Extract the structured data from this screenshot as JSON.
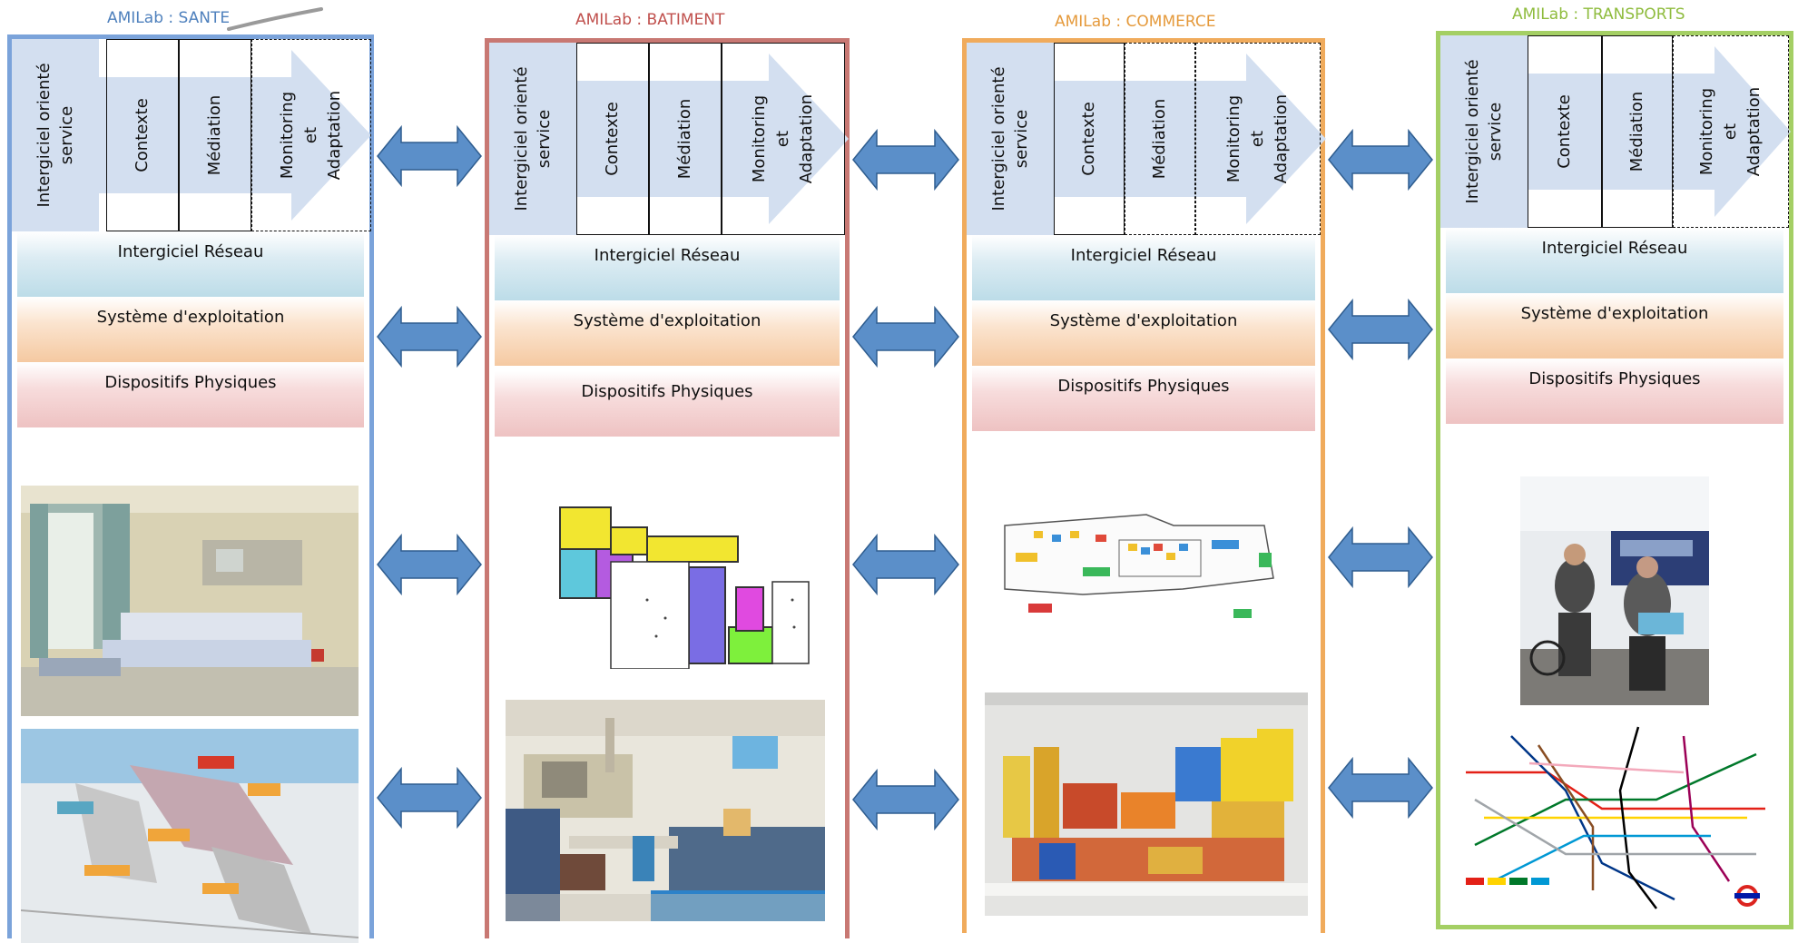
{
  "diagram": {
    "labs": [
      {
        "id": "sante",
        "title": "AMILab : SANTE",
        "title_color": "#4f81bd",
        "border_color": "#7ba3da",
        "middleware_label": "Intergiciel orienté\nservice",
        "columns": [
          "Contexte",
          "Médiation",
          "Monitoring\net\nAdaptation"
        ],
        "layers": [
          "Intergiciel Réseau",
          "Système d'exploitation",
          "Dispositifs Physiques"
        ],
        "images": [
          "hospital-room-photo",
          "hospital-campus-map"
        ]
      },
      {
        "id": "batiment",
        "title": "AMILab : BATIMENT",
        "title_color": "#c0504d",
        "border_color": "#c87873",
        "middleware_label": "Intergiciel orienté\nservice",
        "columns": [
          "Contexte",
          "Médiation",
          "Monitoring\net\nAdaptation"
        ],
        "layers": [
          "Intergiciel Réseau",
          "Système d'exploitation",
          "Dispositifs Physiques"
        ],
        "images": [
          "apartment-floor-plan",
          "living-room-photo"
        ]
      },
      {
        "id": "commerce",
        "title": "AMILab : COMMERCE",
        "title_color": "#e59a3c",
        "border_color": "#f0ab5c",
        "middleware_label": "Intergiciel orienté\nservice",
        "columns": [
          "Contexte",
          "Médiation",
          "Monitoring\net\nAdaptation"
        ],
        "layers": [
          "Intergiciel Réseau",
          "Système d'exploitation",
          "Dispositifs Physiques"
        ],
        "images": [
          "store-floor-plan",
          "grocery-shelf-photo"
        ]
      },
      {
        "id": "transports",
        "title": "AMILab :  TRANSPORTS",
        "title_color": "#8fbc3e",
        "border_color": "#a4cf64",
        "middleware_label": "Intergiciel orienté\nservice",
        "columns": [
          "Contexte",
          "Médiation",
          "Monitoring\net\nAdaptation"
        ],
        "layers": [
          "Intergiciel Réseau",
          "Système d'exploitation",
          "Dispositifs Physiques"
        ],
        "images": [
          "train-platform-photo",
          "subway-map"
        ]
      }
    ],
    "connector_color": "#5b8fc9",
    "connector_type": "double-headed-arrow"
  }
}
